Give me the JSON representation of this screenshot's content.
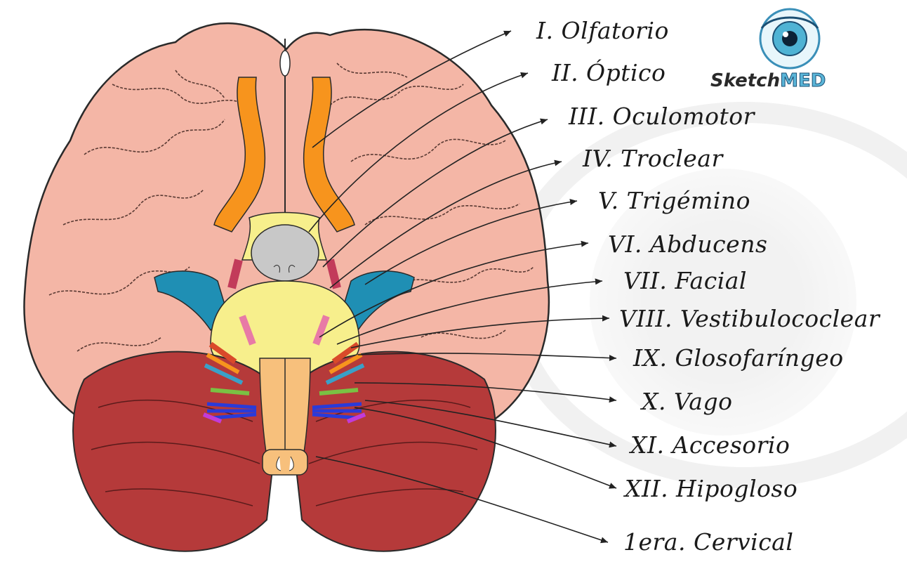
{
  "logo": {
    "script_text": "Sketch",
    "accent_text": "MED",
    "accent_color": "#5ab5d8",
    "icon": "eye-icon"
  },
  "colors": {
    "cerebrum": "#f4b6a6",
    "cerebellum": "#b53a3a",
    "brainstem": "#f7d08a",
    "optic_tract": "#f7941d",
    "olfactory": "#f7941d",
    "temporal_pole": "#1f8fb4",
    "pons": "#f7ef8c"
  },
  "nerves": [
    {
      "label": "I. Olfatorio"
    },
    {
      "label": "II. Óptico"
    },
    {
      "label": "III. Oculomotor"
    },
    {
      "label": "IV. Troclear"
    },
    {
      "label": "V. Trigémino"
    },
    {
      "label": "VI. Abducens"
    },
    {
      "label": "VII. Facial"
    },
    {
      "label": "VIII. Vestibulococlear"
    },
    {
      "label": "IX. Glosofaríngeo"
    },
    {
      "label": "X. Vago"
    },
    {
      "label": "XI. Accesorio"
    },
    {
      "label": "XII. Hipogloso"
    },
    {
      "label": "1era. Cervical"
    }
  ]
}
